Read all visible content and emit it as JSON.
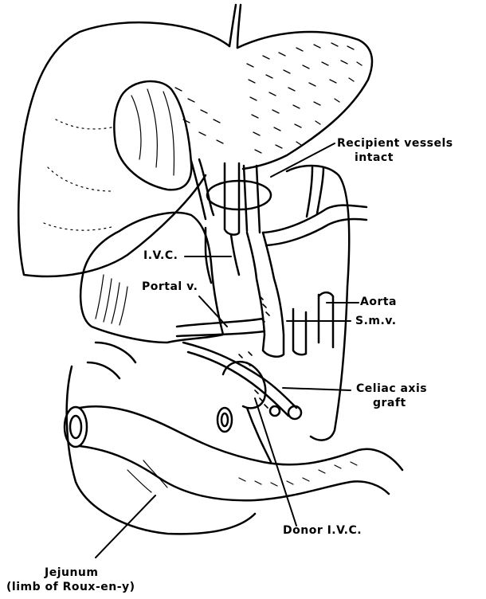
{
  "diagram": {
    "labels": {
      "recipient_vessels_l1": "Recipient vessels",
      "recipient_vessels_l2": "intact",
      "ivc": "I.V.C.",
      "portal_v": "Portal v.",
      "aorta": "Aorta",
      "smv": "S.m.v.",
      "celiac_l1": "Celiac axis",
      "celiac_l2": "graft",
      "donor_ivc": "Donor I.V.C.",
      "jejunum_l1": "Jejunum",
      "jejunum_l2": "(limb of Roux-en-y)"
    },
    "colors": {
      "ink": "#000000",
      "paper": "#ffffff"
    }
  }
}
